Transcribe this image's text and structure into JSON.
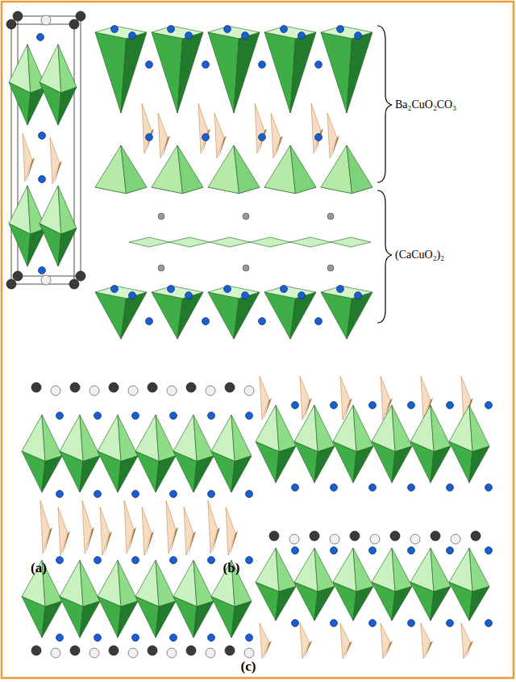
{
  "diagram": {
    "labels": [
      "Ba₂CuO₂CO₃",
      "(CaCuO₂)₂",
      "(a)",
      "(b)",
      "(c)"
    ]
  }
}
